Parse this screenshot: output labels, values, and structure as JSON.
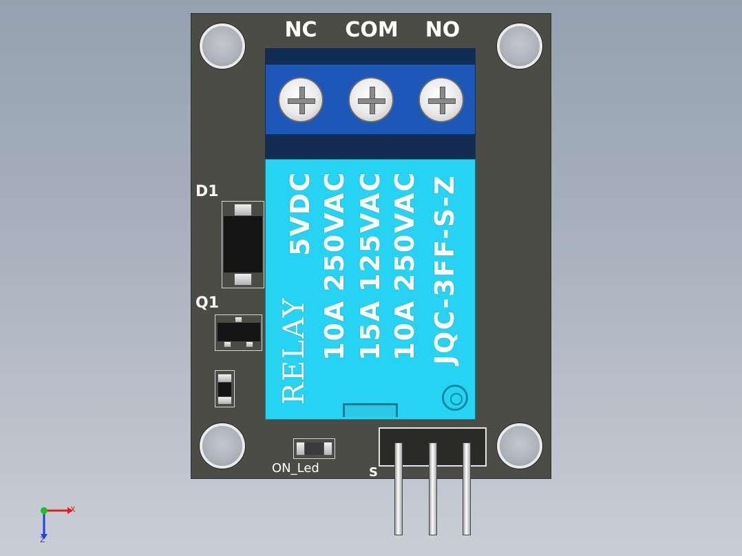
{
  "terminal_labels": {
    "nc": "NC",
    "com": "COM",
    "no": "NO"
  },
  "relay": {
    "title": "RELAY",
    "voltage": "5VDC",
    "rating_1_current": "10A",
    "rating_1_voltage": "250VAC",
    "rating_2_current": "15A",
    "rating_2_voltage": "125VAC",
    "rating_3_current": "10A",
    "rating_3_voltage": "250VAC",
    "model": "JQC-3FF-S-Z"
  },
  "silkscreen": {
    "diode": "D1",
    "transistor": "Q1",
    "led": "ON_Led",
    "signal_pin": "S"
  },
  "triad": {
    "x": "X",
    "z": "Z"
  },
  "colors": {
    "pcb": "#4b4c46",
    "terminal_block": "#1d57b8",
    "relay_body": "#26d3f3",
    "silkscreen": "#ffffff",
    "axis_x": "#e02020",
    "axis_y": "#20c020",
    "axis_z": "#2040e0"
  }
}
